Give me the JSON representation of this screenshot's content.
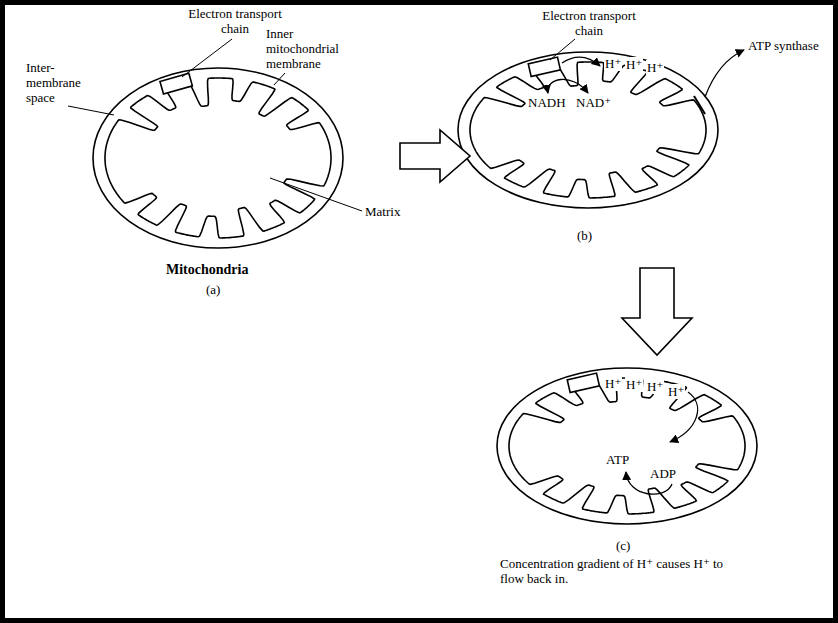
{
  "diagram": {
    "labels": [
      "Inter- membrane space",
      "Electron transport chain",
      "Inner mitochondrial membrane",
      "Matrix",
      "Mitochondria",
      "(a)",
      "Electron transport chain",
      "H⁺",
      "H⁺",
      "H⁺",
      "ATP synthase",
      "NADH",
      "NAD⁺",
      "(b)",
      "H⁺",
      "H⁺",
      "H⁺",
      "H⁺",
      "ATP",
      "ADP",
      "(c)",
      "Concentration gradient of H⁺ causes H⁺ to flow back in."
    ]
  }
}
